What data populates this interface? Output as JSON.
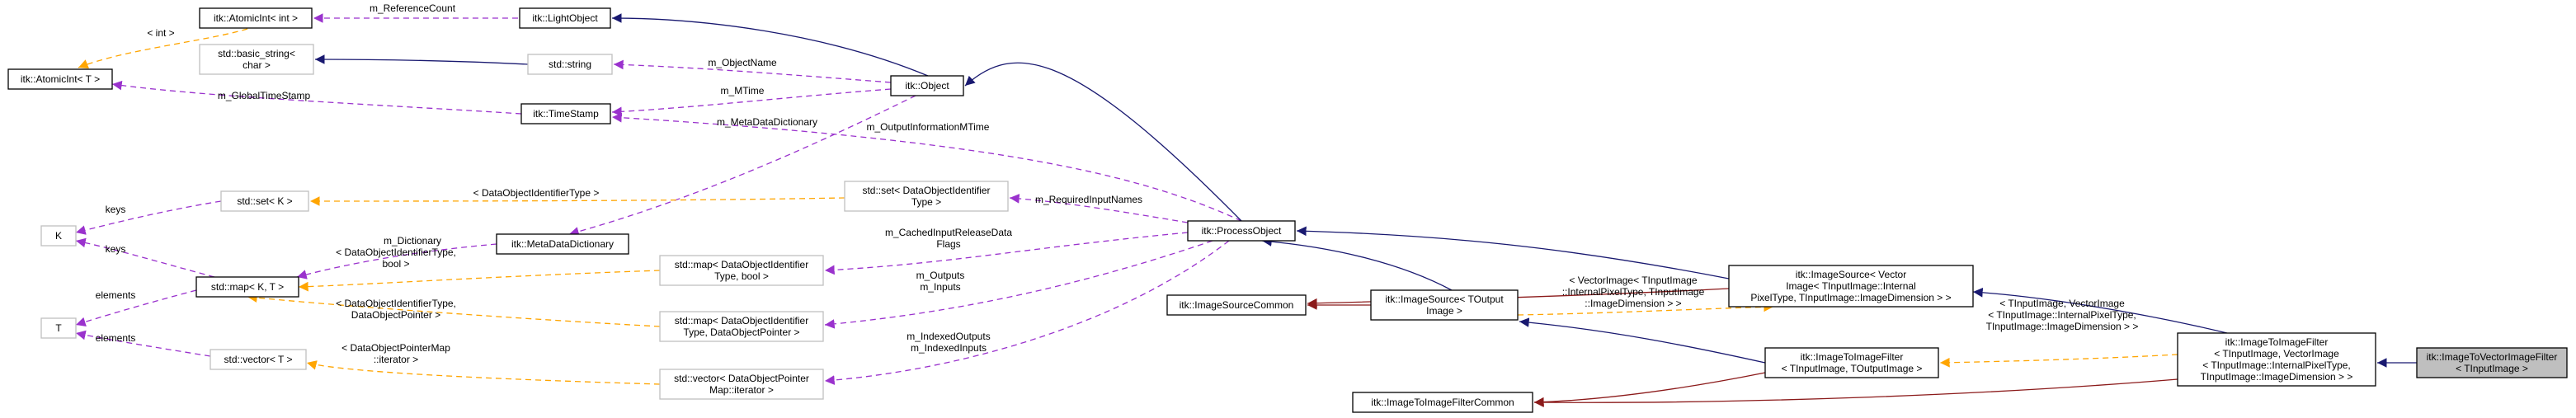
{
  "nodes": {
    "atomicint_t": {
      "lines": [
        "itk::AtomicInt< T >"
      ]
    },
    "atomicint_int": {
      "lines": [
        "itk::AtomicInt< int >"
      ]
    },
    "lightobject": {
      "lines": [
        "itk::LightObject"
      ]
    },
    "basic_string": {
      "lines": [
        "std::basic_string<",
        "char >"
      ]
    },
    "std_string": {
      "lines": [
        "std::string"
      ]
    },
    "object": {
      "lines": [
        "itk::Object"
      ]
    },
    "timestamp": {
      "lines": [
        "itk::TimeStamp"
      ]
    },
    "k": {
      "lines": [
        "K"
      ]
    },
    "set_k": {
      "lines": [
        "std::set< K >"
      ]
    },
    "set_doid": {
      "lines": [
        "std::set< DataObjectIdentifier",
        "Type >"
      ]
    },
    "t": {
      "lines": [
        "T"
      ]
    },
    "map_kt": {
      "lines": [
        "std::map< K, T >"
      ]
    },
    "metadatadict": {
      "lines": [
        "itk::MetaDataDictionary"
      ]
    },
    "map_bool": {
      "lines": [
        "std::map< DataObjectIdentifier",
        "Type, bool >"
      ]
    },
    "map_ptr": {
      "lines": [
        "std::map< DataObjectIdentifier",
        "Type, DataObjectPointer >"
      ]
    },
    "vector_t": {
      "lines": [
        "std::vector< T >"
      ]
    },
    "vector_iter": {
      "lines": [
        "std::vector< DataObjectPointer",
        "Map::iterator >"
      ]
    },
    "processobject": {
      "lines": [
        "itk::ProcessObject"
      ]
    },
    "imagesourcecommon": {
      "lines": [
        "itk::ImageSourceCommon"
      ]
    },
    "imagesource_tout": {
      "lines": [
        "itk::ImageSource< TOutput",
        "Image >"
      ]
    },
    "imagesource_vec": {
      "lines": [
        "itk::ImageSource< Vector",
        "Image< TInputImage::Internal",
        "PixelType, TInputImage::ImageDimension > >"
      ]
    },
    "filtercommon": {
      "lines": [
        "itk::ImageToImageFilterCommon"
      ]
    },
    "itif_tin_tout": {
      "lines": [
        "itk::ImageToImageFilter",
        "< TInputImage, TOutputImage >"
      ]
    },
    "itif_vec": {
      "lines": [
        "itk::ImageToImageFilter",
        "< TInputImage, VectorImage",
        "< TInputImage::InternalPixelType,",
        "TInputImage::ImageDimension > >"
      ]
    },
    "itvif": {
      "lines": [
        "itk::ImageToVectorImageFilter",
        "< TInputImage >"
      ]
    }
  },
  "edge_labels": {
    "int": "< int >",
    "reference_count": "m_ReferenceCount",
    "global_timestamp": "m_GlobalTimeStamp",
    "object_name": "m_ObjectName",
    "mtime": "m_MTime",
    "metadata_dictionary": "m_MetaDataDictionary",
    "output_info_mtime": "m_OutputInformationMTime",
    "doid_type": "< DataObjectIdentifierType >",
    "required_input_names": "m_RequiredInputNames",
    "keys_set": "keys",
    "keys_map": "keys",
    "m_dictionary": "m_Dictionary",
    "cached_input_release": [
      "m_CachedInputReleaseData",
      "Flags"
    ],
    "doid_bool": [
      "< DataObjectIdentifierType,",
      "bool >"
    ],
    "outputs_inputs": [
      "m_Outputs",
      "m_Inputs"
    ],
    "doid_ptr": [
      "< DataObjectIdentifierType,",
      "DataObjectPointer >"
    ],
    "elements_map": "elements",
    "elements_vector": "elements",
    "indexed": [
      "m_IndexedOutputs",
      "m_IndexedInputs"
    ],
    "ptrmap_iter": [
      "< DataObjectPointerMap",
      "::iterator >"
    ],
    "vecimg_tmpl": [
      "< VectorImage< TInputImage",
      "::InternalPixelType, TInputImage",
      "::ImageDimension > >"
    ],
    "itif_tmpl": [
      "< TInputImage, VectorImage",
      "< TInputImage::InternalPixelType,",
      "TInputImage::ImageDimension > >"
    ]
  },
  "colors": {
    "inheritance": "#191970",
    "usage": "#9a32cd",
    "template": "#ffa500",
    "common_inheritance": "#8b1a1a",
    "unlinked_border": "#bfbfbf",
    "highlight_fill": "#bfbfbf"
  }
}
